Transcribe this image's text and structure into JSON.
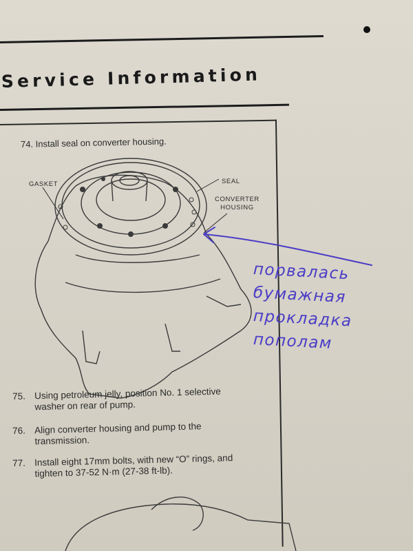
{
  "header": {
    "title": "Service Information"
  },
  "figure": {
    "step_74": {
      "number": "74.",
      "text": "Install seal on converter housing."
    },
    "labels": {
      "gasket": "GASKET",
      "seal": "SEAL",
      "converter_housing": [
        "CONVERTER",
        "HOUSING"
      ]
    }
  },
  "steps": [
    {
      "number": "75.",
      "lines": [
        "Using petroleum jelly, position No. 1 selective",
        "washer on rear of pump."
      ]
    },
    {
      "number": "76.",
      "lines": [
        "Align converter housing and pump to the",
        "transmission."
      ]
    },
    {
      "number": "77.",
      "lines": [
        "Install eight 17mm bolts, with new “O” rings, and",
        "tighten to 37-52 N·m (27-38 ft-lb)."
      ]
    }
  ],
  "handwritten_note": {
    "lines": [
      "порвалась",
      "бумажная",
      "прокладка",
      "пополам"
    ],
    "ink_color": "#4a3cc6"
  }
}
